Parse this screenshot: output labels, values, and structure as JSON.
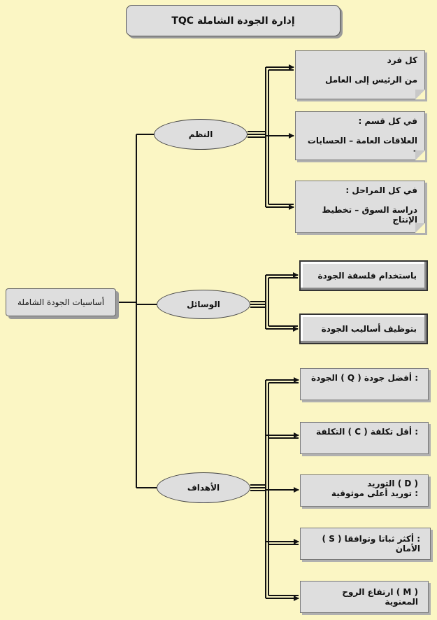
{
  "title": "TQC إدارة الجودة الشاملة",
  "root": "أساسيات الجودة الشاملة",
  "branches": {
    "systems": "النظم",
    "means": "الوسائل",
    "goals": "الأهداف"
  },
  "systems_items": [
    {
      "line1": "كل فرد",
      "line2": "من الرئيس إلى العامل"
    },
    {
      "line1": "في كل قسم :",
      "line2": "العلاقات العامة – الحسابات –"
    },
    {
      "line1": "في كل المراحل :",
      "line2": "دراسة السوق – تخطيط الإنتاج"
    }
  ],
  "means_items": [
    "باستخدام فلسفة الجودة",
    "بتوظيف أساليب الجودة"
  ],
  "goals_items": [
    {
      "line1": ":  أفضل جودة ( Q ) الجودة",
      "line2": ""
    },
    {
      "line1": ": أقل تكلفة ( C ) التكلفة",
      "line2": ""
    },
    {
      "line1": "( D ) التوريد",
      "line2": ": توريد أعلى موثوقية"
    },
    {
      "line1": ": أكثر ثباتا وتوافقا ( S ) الأمان",
      "line2": ""
    },
    {
      "line1": "( M ) ارتفاع الروح المعنوية",
      "line2": ""
    }
  ]
}
